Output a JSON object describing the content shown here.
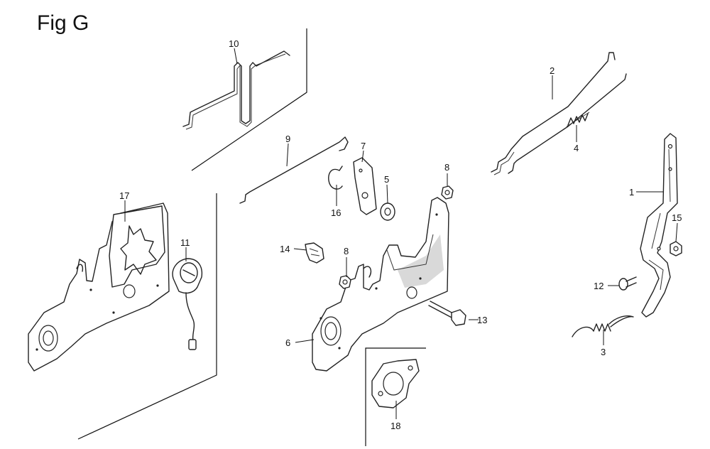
{
  "figure": {
    "title": "Fig G"
  },
  "callouts": {
    "c1": "1",
    "c2": "2",
    "c3": "3",
    "c4": "4",
    "c5": "5",
    "c6": "6",
    "c7": "7",
    "c8a": "8",
    "c8b": "8",
    "c9": "9",
    "c10": "10",
    "c11": "11",
    "c12": "12",
    "c13": "13",
    "c14": "14",
    "c15": "15",
    "c16": "16",
    "c17": "17",
    "c18": "18"
  }
}
